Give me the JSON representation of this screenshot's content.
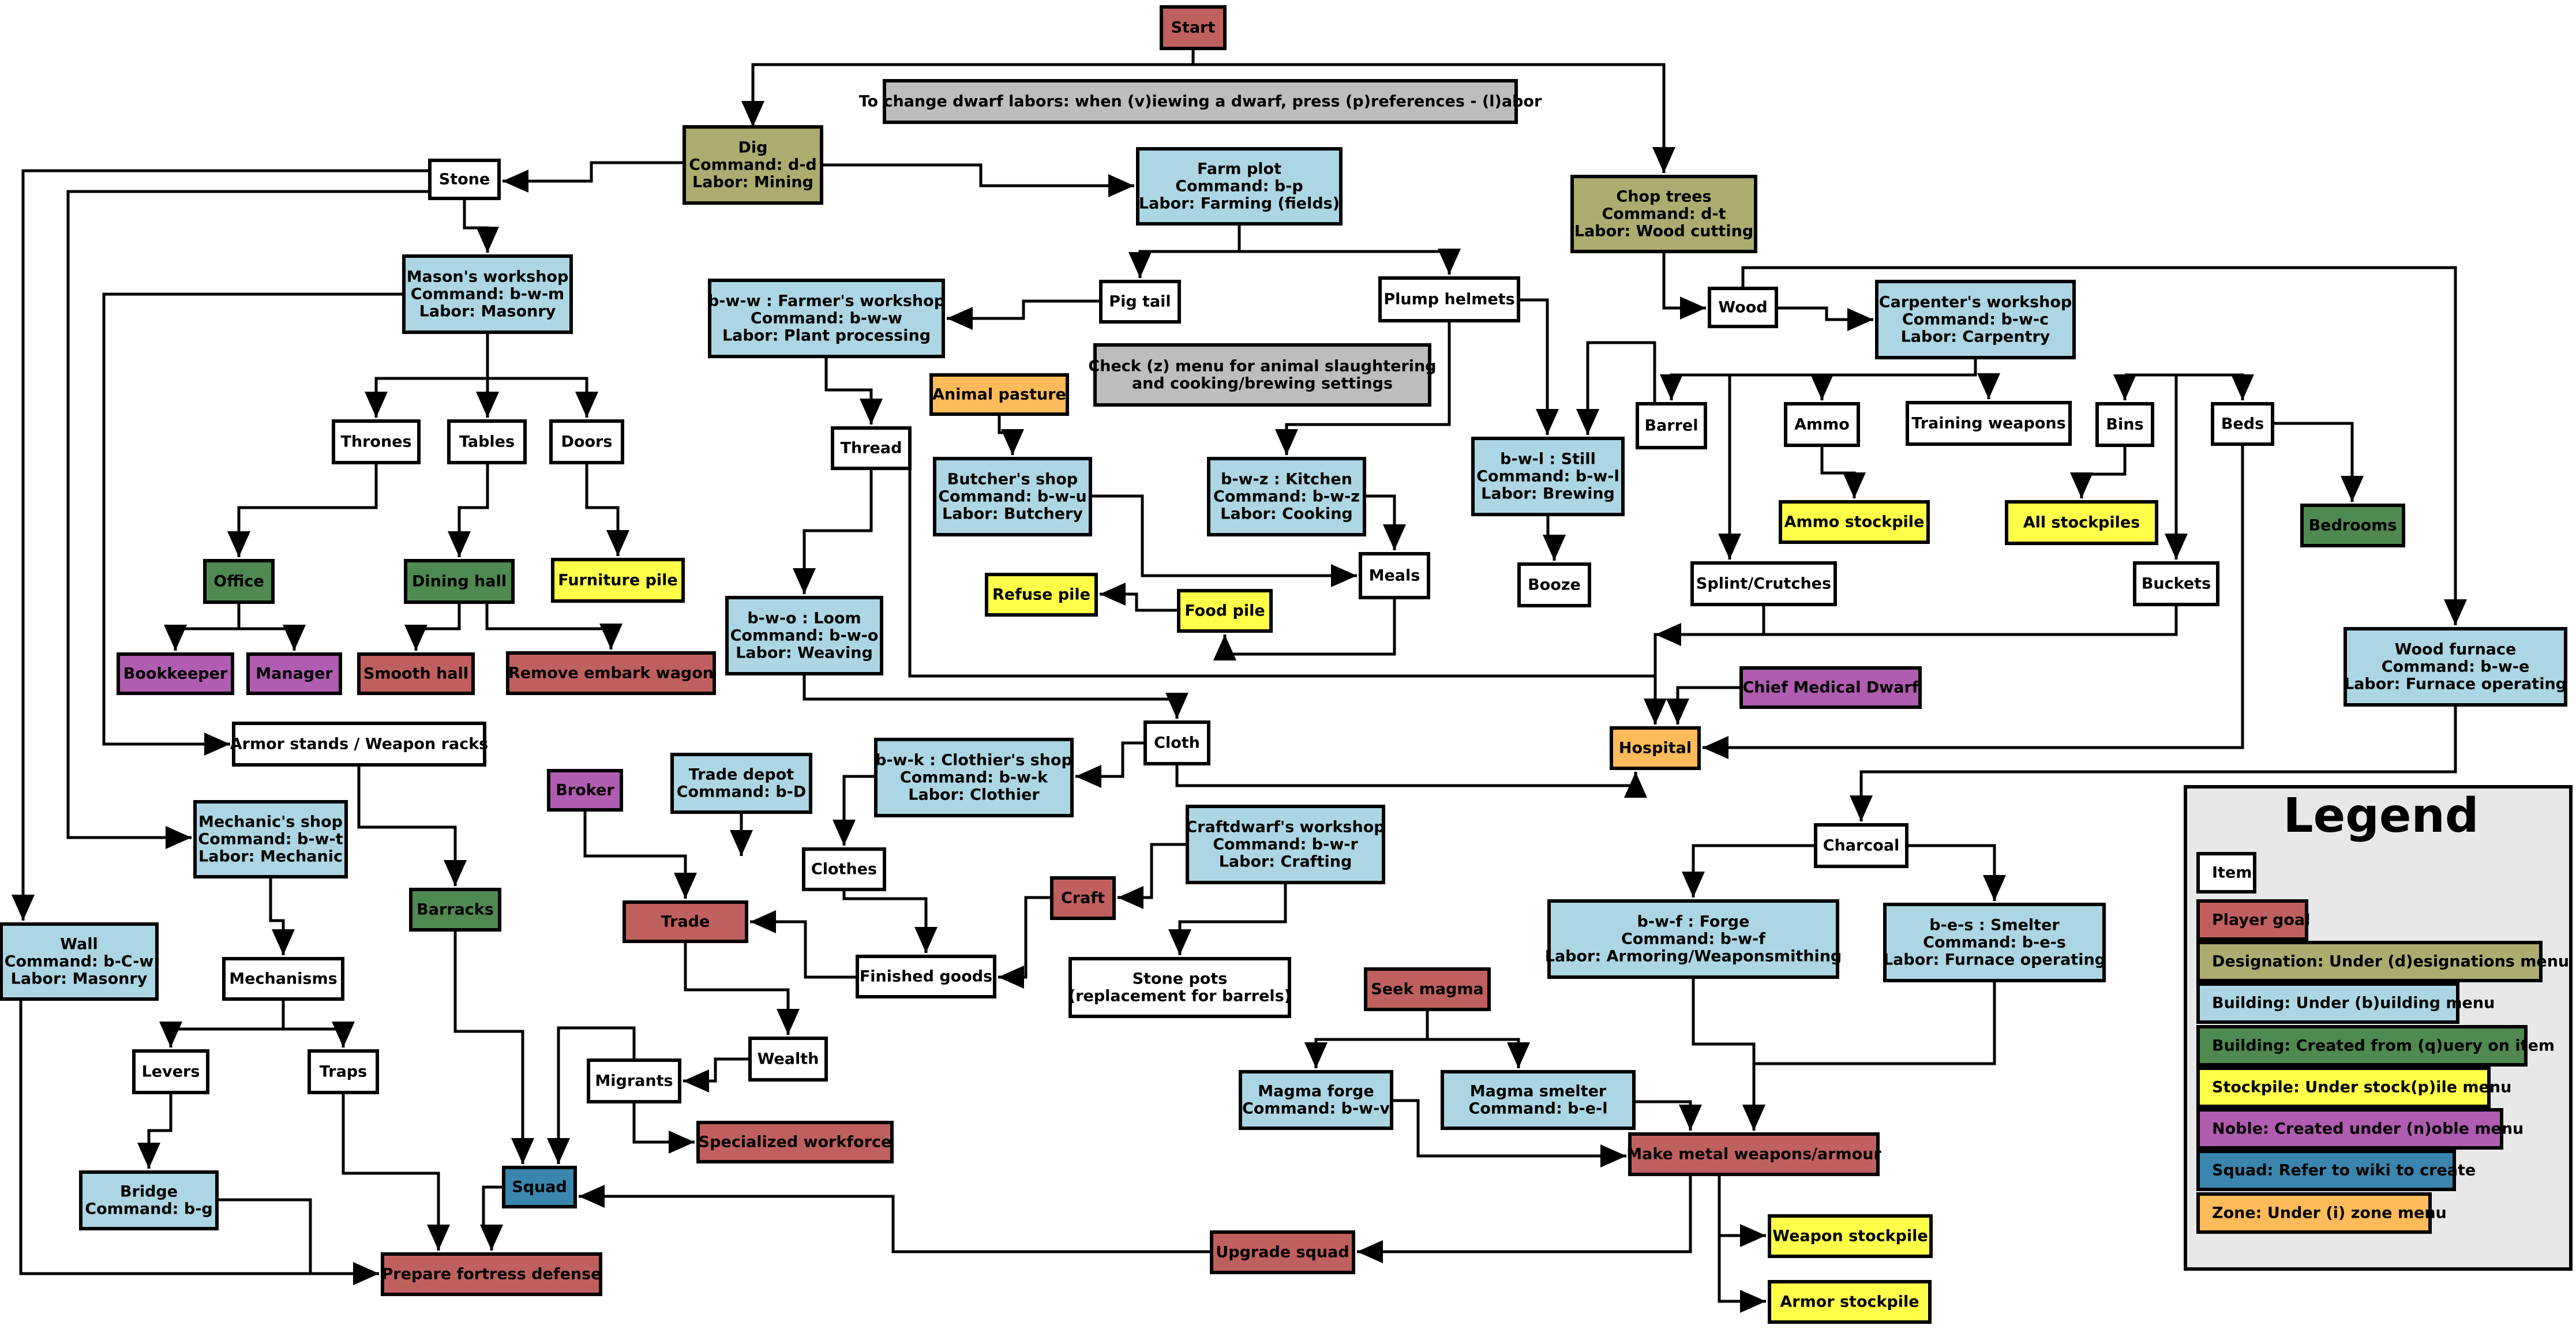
{
  "colors": {
    "item": "#ffffff",
    "goal": "#c0605e",
    "designation": "#acac70",
    "building": "#acd6e4",
    "query": "#4f8a50",
    "stockpile": "#ffff4a",
    "noble": "#b05cb0",
    "squad": "#3a86ae",
    "zone": "#ffbb5a",
    "note": "#bdbdbd",
    "legend_bg": "#e8e8e8"
  },
  "nodes": [
    {
      "id": "start",
      "cat": "goal",
      "lines": [
        "Start"
      ]
    },
    {
      "id": "note_labor",
      "cat": "note",
      "lines": [
        "To change dwarf labors: when (v)iewing a dwarf, press (p)references - (l)abor"
      ]
    },
    {
      "id": "dig",
      "cat": "designation",
      "lines": [
        "Dig",
        "Command: d-d",
        "Labor: Mining"
      ]
    },
    {
      "id": "stone",
      "cat": "item",
      "lines": [
        "Stone"
      ]
    },
    {
      "id": "farm_plot",
      "cat": "building",
      "lines": [
        "Farm plot",
        "Command: b-p",
        "Labor: Farming (fields)"
      ]
    },
    {
      "id": "chop_trees",
      "cat": "designation",
      "lines": [
        "Chop trees",
        "Command: d-t",
        "Labor: Wood cutting"
      ]
    },
    {
      "id": "masons",
      "cat": "building",
      "lines": [
        "Mason's workshop",
        "Command: b-w-m",
        "Labor: Masonry"
      ]
    },
    {
      "id": "farmers",
      "cat": "building",
      "lines": [
        "b-w-w : Farmer's workshop",
        "Command: b-w-w",
        "Labor: Plant processing"
      ]
    },
    {
      "id": "pig_tail",
      "cat": "item",
      "lines": [
        "Pig tail"
      ]
    },
    {
      "id": "plump_helmets",
      "cat": "item",
      "lines": [
        "Plump helmets"
      ]
    },
    {
      "id": "wood",
      "cat": "item",
      "lines": [
        "Wood"
      ]
    },
    {
      "id": "carpenters",
      "cat": "building",
      "lines": [
        "Carpenter's workshop",
        "Command: b-w-c",
        "Labor: Carpentry"
      ]
    },
    {
      "id": "note_z",
      "cat": "note",
      "lines": [
        "Check (z) menu for animal slaughtering",
        "and cooking/brewing settings"
      ]
    },
    {
      "id": "animal_pasture",
      "cat": "zone",
      "lines": [
        "Animal pasture"
      ]
    },
    {
      "id": "thrones",
      "cat": "item",
      "lines": [
        "Thrones"
      ]
    },
    {
      "id": "tables",
      "cat": "item",
      "lines": [
        "Tables"
      ]
    },
    {
      "id": "doors",
      "cat": "item",
      "lines": [
        "Doors"
      ]
    },
    {
      "id": "thread",
      "cat": "item",
      "lines": [
        "Thread"
      ]
    },
    {
      "id": "barrel",
      "cat": "item",
      "lines": [
        "Barrel"
      ]
    },
    {
      "id": "ammo",
      "cat": "item",
      "lines": [
        "Ammo"
      ]
    },
    {
      "id": "training_weapons",
      "cat": "item",
      "lines": [
        "Training weapons"
      ]
    },
    {
      "id": "bins",
      "cat": "item",
      "lines": [
        "Bins"
      ]
    },
    {
      "id": "beds",
      "cat": "item",
      "lines": [
        "Beds"
      ]
    },
    {
      "id": "butchers",
      "cat": "building",
      "lines": [
        "Butcher's shop",
        "Command: b-w-u",
        "Labor: Butchery"
      ]
    },
    {
      "id": "kitchen",
      "cat": "building",
      "lines": [
        "b-w-z : Kitchen",
        "Command: b-w-z",
        "Labor: Cooking"
      ]
    },
    {
      "id": "still",
      "cat": "building",
      "lines": [
        "b-w-l : Still",
        "Command: b-w-l",
        "Labor: Brewing"
      ]
    },
    {
      "id": "ammo_stockpile",
      "cat": "stockpile",
      "lines": [
        "Ammo stockpile"
      ]
    },
    {
      "id": "all_stockpiles",
      "cat": "stockpile",
      "lines": [
        "All stockpiles"
      ]
    },
    {
      "id": "bedrooms",
      "cat": "query",
      "lines": [
        "Bedrooms"
      ]
    },
    {
      "id": "office",
      "cat": "query",
      "lines": [
        "Office"
      ]
    },
    {
      "id": "dining_hall",
      "cat": "query",
      "lines": [
        "Dining hall"
      ]
    },
    {
      "id": "furniture_pile",
      "cat": "stockpile",
      "lines": [
        "Furniture pile"
      ]
    },
    {
      "id": "refuse_pile",
      "cat": "stockpile",
      "lines": [
        "Refuse pile"
      ]
    },
    {
      "id": "meals",
      "cat": "item",
      "lines": [
        "Meals"
      ]
    },
    {
      "id": "booze",
      "cat": "item",
      "lines": [
        "Booze"
      ]
    },
    {
      "id": "splint",
      "cat": "item",
      "lines": [
        "Splint/Crutches"
      ]
    },
    {
      "id": "buckets",
      "cat": "item",
      "lines": [
        "Buckets"
      ]
    },
    {
      "id": "food_pile",
      "cat": "stockpile",
      "lines": [
        "Food pile"
      ]
    },
    {
      "id": "loom",
      "cat": "building",
      "lines": [
        "b-w-o : Loom",
        "Command: b-w-o",
        "Labor: Weaving"
      ]
    },
    {
      "id": "bookkeeper",
      "cat": "noble",
      "lines": [
        "Bookkeeper"
      ]
    },
    {
      "id": "manager",
      "cat": "noble",
      "lines": [
        "Manager"
      ]
    },
    {
      "id": "smooth_hall",
      "cat": "goal",
      "lines": [
        "Smooth hall"
      ]
    },
    {
      "id": "remove_wagon",
      "cat": "goal",
      "lines": [
        "Remove embark wagon"
      ]
    },
    {
      "id": "wood_furnace",
      "cat": "building",
      "lines": [
        "Wood furnace",
        "Command: b-w-e",
        "Labor: Furnace operating"
      ]
    },
    {
      "id": "chief_medical",
      "cat": "noble",
      "lines": [
        "Chief Medical Dwarf"
      ]
    },
    {
      "id": "armor_stands",
      "cat": "item",
      "lines": [
        "Armor stands / Weapon racks"
      ]
    },
    {
      "id": "cloth",
      "cat": "item",
      "lines": [
        "Cloth"
      ]
    },
    {
      "id": "hospital",
      "cat": "zone",
      "lines": [
        "Hospital"
      ]
    },
    {
      "id": "clothiers",
      "cat": "building",
      "lines": [
        "b-w-k : Clothier's shop",
        "Command: b-w-k",
        "Labor: Clothier"
      ]
    },
    {
      "id": "broker",
      "cat": "noble",
      "lines": [
        "Broker"
      ]
    },
    {
      "id": "trade_depot",
      "cat": "building",
      "lines": [
        "Trade depot",
        "Command: b-D"
      ]
    },
    {
      "id": "mechanics",
      "cat": "building",
      "lines": [
        "Mechanic's shop",
        "Command: b-w-t",
        "Labor: Mechanic"
      ]
    },
    {
      "id": "craftdwarfs",
      "cat": "building",
      "lines": [
        "Craftdwarf's workshop",
        "Command: b-w-r",
        "Labor: Crafting"
      ]
    },
    {
      "id": "charcoal",
      "cat": "item",
      "lines": [
        "Charcoal"
      ]
    },
    {
      "id": "clothes",
      "cat": "item",
      "lines": [
        "Clothes"
      ]
    },
    {
      "id": "craft",
      "cat": "goal",
      "lines": [
        "Craft"
      ]
    },
    {
      "id": "barracks",
      "cat": "query",
      "lines": [
        "Barracks"
      ]
    },
    {
      "id": "trade",
      "cat": "goal",
      "lines": [
        "Trade"
      ]
    },
    {
      "id": "wall",
      "cat": "building",
      "lines": [
        "Wall",
        "Command: b-C-w",
        "Labor: Masonry"
      ]
    },
    {
      "id": "forge",
      "cat": "building",
      "lines": [
        "b-w-f : Forge",
        "Command: b-w-f",
        "Labor: Armoring/Weaponsmithing"
      ]
    },
    {
      "id": "smelter",
      "cat": "building",
      "lines": [
        "b-e-s : Smelter",
        "Command: b-e-s",
        "Labor: Furnace operating"
      ]
    },
    {
      "id": "mechanisms",
      "cat": "item",
      "lines": [
        "Mechanisms"
      ]
    },
    {
      "id": "finished_goods",
      "cat": "item",
      "lines": [
        "Finished goods"
      ]
    },
    {
      "id": "stone_pots",
      "cat": "item",
      "lines": [
        "Stone pots",
        "(replacement for barrels)"
      ]
    },
    {
      "id": "seek_magma",
      "cat": "goal",
      "lines": [
        "Seek magma"
      ]
    },
    {
      "id": "levers",
      "cat": "item",
      "lines": [
        "Levers"
      ]
    },
    {
      "id": "traps",
      "cat": "item",
      "lines": [
        "Traps"
      ]
    },
    {
      "id": "wealth",
      "cat": "item",
      "lines": [
        "Wealth"
      ]
    },
    {
      "id": "migrants",
      "cat": "item",
      "lines": [
        "Migrants"
      ]
    },
    {
      "id": "magma_forge",
      "cat": "building",
      "lines": [
        "Magma forge",
        "Command: b-w-v"
      ]
    },
    {
      "id": "magma_smelter",
      "cat": "building",
      "lines": [
        "Magma smelter",
        "Command: b-e-l"
      ]
    },
    {
      "id": "specialized_workforce",
      "cat": "goal",
      "lines": [
        "Specialized workforce"
      ]
    },
    {
      "id": "make_metal",
      "cat": "goal",
      "lines": [
        "Make metal weapons/armour"
      ]
    },
    {
      "id": "bridge",
      "cat": "building",
      "lines": [
        "Bridge",
        "Command: b-g"
      ]
    },
    {
      "id": "squad",
      "cat": "squad",
      "lines": [
        "Squad"
      ]
    },
    {
      "id": "weapon_stockpile",
      "cat": "stockpile",
      "lines": [
        "Weapon stockpile"
      ]
    },
    {
      "id": "upgrade_squad",
      "cat": "goal",
      "lines": [
        "Upgrade squad"
      ]
    },
    {
      "id": "prepare_defense",
      "cat": "goal",
      "lines": [
        "Prepare fortress defense"
      ]
    },
    {
      "id": "armor_stockpile",
      "cat": "stockpile",
      "lines": [
        "Armor stockpile"
      ]
    }
  ],
  "edges": [
    [
      "start",
      "dig"
    ],
    [
      "start",
      "chop_trees"
    ],
    [
      "dig",
      "stone"
    ],
    [
      "dig",
      "farm_plot"
    ],
    [
      "stone",
      "masons"
    ],
    [
      "stone",
      "wall"
    ],
    [
      "stone",
      "mechanics"
    ],
    [
      "masons",
      "thrones"
    ],
    [
      "masons",
      "tables"
    ],
    [
      "masons",
      "doors"
    ],
    [
      "masons",
      "armor_stands"
    ],
    [
      "thrones",
      "office"
    ],
    [
      "tables",
      "dining_hall"
    ],
    [
      "doors",
      "furniture_pile"
    ],
    [
      "office",
      "bookkeeper"
    ],
    [
      "office",
      "manager"
    ],
    [
      "dining_hall",
      "smooth_hall"
    ],
    [
      "dining_hall",
      "remove_wagon"
    ],
    [
      "farm_plot",
      "pig_tail"
    ],
    [
      "farm_plot",
      "plump_helmets"
    ],
    [
      "pig_tail",
      "farmers"
    ],
    [
      "farmers",
      "thread"
    ],
    [
      "thread",
      "loom"
    ],
    [
      "thread",
      "hospital"
    ],
    [
      "loom",
      "cloth"
    ],
    [
      "cloth",
      "clothiers"
    ],
    [
      "cloth",
      "hospital"
    ],
    [
      "clothiers",
      "clothes"
    ],
    [
      "clothes",
      "finished_goods"
    ],
    [
      "plump_helmets",
      "kitchen"
    ],
    [
      "plump_helmets",
      "still"
    ],
    [
      "animal_pasture",
      "butchers"
    ],
    [
      "butchers",
      "meals"
    ],
    [
      "kitchen",
      "meals"
    ],
    [
      "meals",
      "food_pile"
    ],
    [
      "food_pile",
      "refuse_pile"
    ],
    [
      "still",
      "booze"
    ],
    [
      "chop_trees",
      "wood"
    ],
    [
      "wood",
      "carpenters"
    ],
    [
      "wood",
      "wood_furnace"
    ],
    [
      "carpenters",
      "barrel"
    ],
    [
      "carpenters",
      "ammo"
    ],
    [
      "carpenters",
      "training_weapons"
    ],
    [
      "carpenters",
      "bins"
    ],
    [
      "carpenters",
      "beds"
    ],
    [
      "carpenters",
      "splint"
    ],
    [
      "carpenters",
      "buckets"
    ],
    [
      "barrel",
      "still"
    ],
    [
      "ammo",
      "ammo_stockpile"
    ],
    [
      "bins",
      "all_stockpiles"
    ],
    [
      "beds",
      "bedrooms"
    ],
    [
      "beds",
      "hospital"
    ],
    [
      "splint",
      "hospital"
    ],
    [
      "buckets",
      "hospital"
    ],
    [
      "chief_medical",
      "hospital"
    ],
    [
      "armor_stands",
      "barracks"
    ],
    [
      "barracks",
      "squad"
    ],
    [
      "broker",
      "trade"
    ],
    [
      "trade_depot",
      "trade"
    ],
    [
      "craftdwarfs",
      "craft"
    ],
    [
      "craftdwarfs",
      "stone_pots"
    ],
    [
      "craft",
      "finished_goods"
    ],
    [
      "finished_goods",
      "trade"
    ],
    [
      "trade",
      "wealth"
    ],
    [
      "wealth",
      "migrants"
    ],
    [
      "migrants",
      "squad"
    ],
    [
      "migrants",
      "specialized_workforce"
    ],
    [
      "mechanics",
      "mechanisms"
    ],
    [
      "mechanisms",
      "levers"
    ],
    [
      "mechanisms",
      "traps"
    ],
    [
      "levers",
      "bridge"
    ],
    [
      "bridge",
      "prepare_defense"
    ],
    [
      "traps",
      "prepare_defense"
    ],
    [
      "wall",
      "prepare_defense"
    ],
    [
      "squad",
      "prepare_defense"
    ],
    [
      "wood_furnace",
      "charcoal"
    ],
    [
      "charcoal",
      "forge"
    ],
    [
      "charcoal",
      "smelter"
    ],
    [
      "forge",
      "make_metal"
    ],
    [
      "smelter",
      "make_metal"
    ],
    [
      "seek_magma",
      "magma_forge"
    ],
    [
      "seek_magma",
      "magma_smelter"
    ],
    [
      "magma_forge",
      "make_metal"
    ],
    [
      "magma_smelter",
      "make_metal"
    ],
    [
      "make_metal",
      "upgrade_squad"
    ],
    [
      "make_metal",
      "weapon_stockpile"
    ],
    [
      "make_metal",
      "armor_stockpile"
    ],
    [
      "upgrade_squad",
      "squad"
    ]
  ],
  "legend": {
    "title": "Legend",
    "items": [
      {
        "cat": "item",
        "label": "Item"
      },
      {
        "cat": "goal",
        "label": "Player goal"
      },
      {
        "cat": "designation",
        "label": "Designation: Under (d)esignations menu"
      },
      {
        "cat": "building",
        "label": "Building: Under (b)uilding menu"
      },
      {
        "cat": "query",
        "label": "Building: Created from (q)uery on item"
      },
      {
        "cat": "stockpile",
        "label": "Stockpile: Under stock(p)ile menu"
      },
      {
        "cat": "noble",
        "label": "Noble: Created under (n)oble menu"
      },
      {
        "cat": "squad",
        "label": "Squad: Refer to wiki to create"
      },
      {
        "cat": "zone",
        "label": "Zone: Under (i) zone menu"
      }
    ]
  }
}
